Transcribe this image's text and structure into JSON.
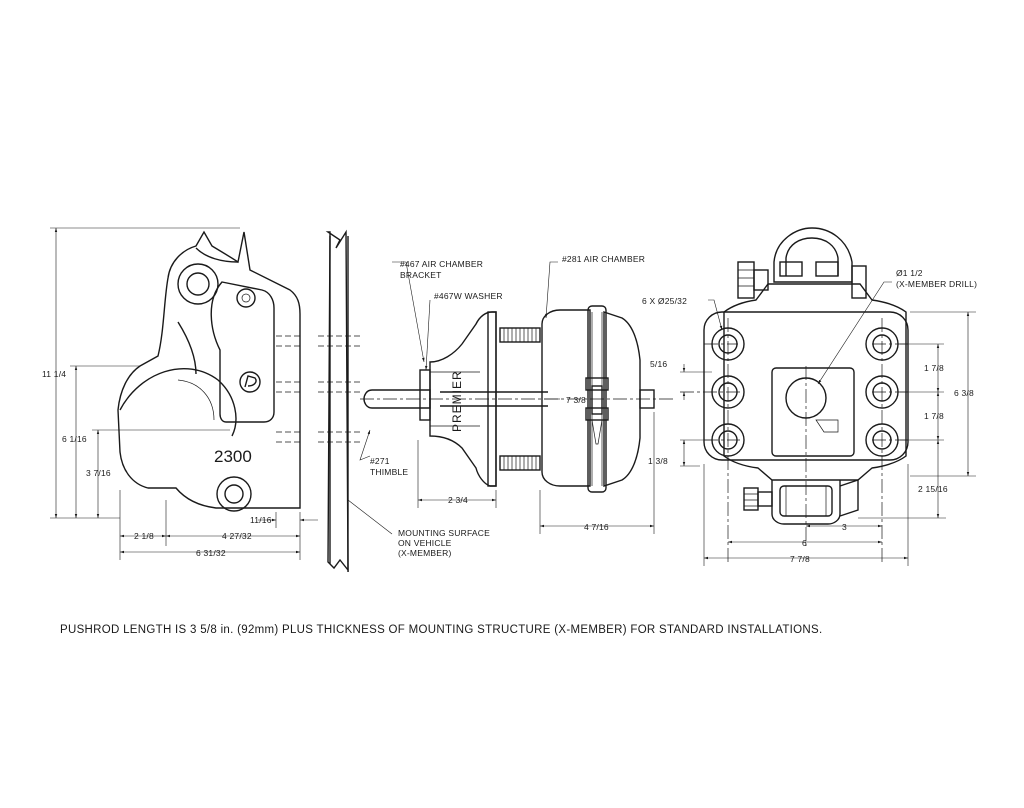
{
  "drawing": {
    "model_number": "2300",
    "brand": "PREMIER",
    "callouts": {
      "air_chamber_bracket": [
        "#467 AIR CHAMBER",
        "BRACKET"
      ],
      "washer": "#467W WASHER",
      "air_chamber": "#281 AIR CHAMBER",
      "thimble": [
        "#271",
        "THIMBLE"
      ],
      "mounting_surface": [
        "MOUNTING SURFACE",
        "ON VEHICLE",
        "(X-MEMBER)"
      ],
      "bolt_holes": "6 X Ø25/32",
      "center_drill": [
        "Ø1 1/2",
        "(X-MEMBER DRILL)"
      ]
    },
    "dimensions": {
      "overall_height": "11 1/4",
      "height_6_1_16": "6 1/16",
      "height_3_7_16": "3 7/16",
      "width_2_1_8": "2 1/8",
      "width_4_27_32": "4 27/32",
      "width_6_31_32": "6 31/32",
      "flange_11_16": "11/16",
      "bracket_2_3_4": "2 3/4",
      "chamber_7_3_8": "7 3/8",
      "chamber_4_7_16": "4 7/16",
      "offset_5_16": "5/16",
      "vert_1_3_8": "1 3/8",
      "pitch_1_7_8_upper": "1 7/8",
      "pitch_1_7_8_lower": "1 7/8",
      "height_6_3_8": "6 3/8",
      "drop_2_15_16": "2 15/16",
      "width_3": "3",
      "width_6": "6",
      "width_7_7_8": "7 7/8"
    }
  },
  "footnote": "PUSHROD LENGTH IS 3 5/8 in. (92mm) PLUS THICKNESS OF MOUNTING STRUCTURE (X-MEMBER) FOR STANDARD INSTALLATIONS."
}
